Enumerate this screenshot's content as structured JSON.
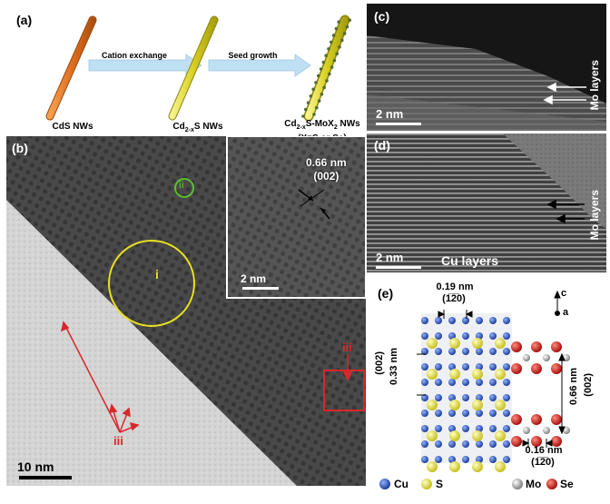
{
  "panels": {
    "a": {
      "label": "(a)",
      "steps": [
        "Cation exchange",
        "Seed growth"
      ],
      "nanowires": [
        "CdS NWs",
        "Cd",
        "Cd"
      ],
      "nw2_rest": "S NWs",
      "nw3_line1_rest": "S-MoX",
      "nw3_line1_end": " NWs",
      "nw3_line2": "(X=S or Se)",
      "sub_2x": "2-x",
      "sub_2": "2"
    },
    "b": {
      "label": "(b)",
      "inset_spacing": "0.66 nm",
      "inset_plane": "(002)",
      "inset_scale": "2 nm",
      "main_scale": "10 nm",
      "marker_i": "i",
      "marker_ii": "ii",
      "marker_iii_left": "iii",
      "marker_iii_right": "iii"
    },
    "c": {
      "label": "(c)",
      "scale": "2 nm",
      "layers": "Mo layers"
    },
    "d": {
      "label": "(d)",
      "scale": "2 nm",
      "cu_layers": "Cu layers",
      "layers": "Mo layers"
    },
    "e": {
      "label": "(e)",
      "top_spacing": "0.19 nm",
      "top_plane": "(1̅2̅0)",
      "left_spacing": "0.33 nm",
      "left_plane": "(002)",
      "right_spacing": "0.66 nm",
      "right_plane": "(002)",
      "bottom_spacing": "0.16 nm",
      "bottom_plane": "(1̅2̅0)",
      "axis_c": "c",
      "axis_a": "a",
      "legend": [
        "Cu",
        "S",
        "Mo",
        "Se"
      ]
    }
  },
  "colors": {
    "cds": "#e07020",
    "cd2s": "#d8d020",
    "arrow": "#bfe0f2",
    "red": "#d8282c",
    "yellow_circle": "#e8e020",
    "green_circle": "#5cc030",
    "cu": "#2e55b8",
    "s": "#e8e040",
    "mo": "#a8a8a8",
    "se": "#d02020"
  }
}
